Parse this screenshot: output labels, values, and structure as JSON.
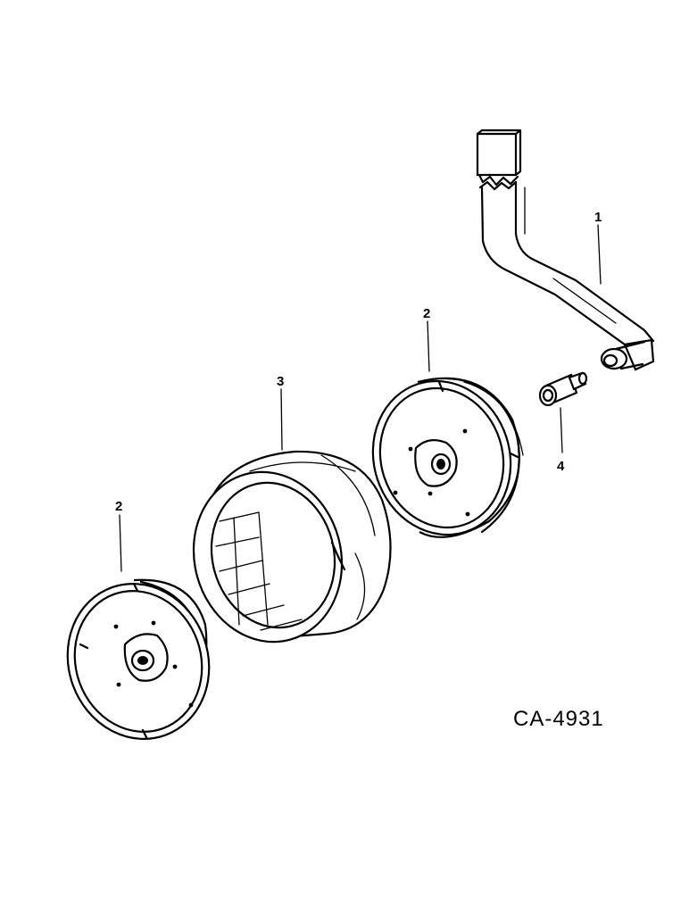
{
  "callouts": {
    "part1": "1",
    "part2_right": "2",
    "part3": "3",
    "part4": "4",
    "part2_left": "2"
  },
  "figure_code": "CA-4931"
}
